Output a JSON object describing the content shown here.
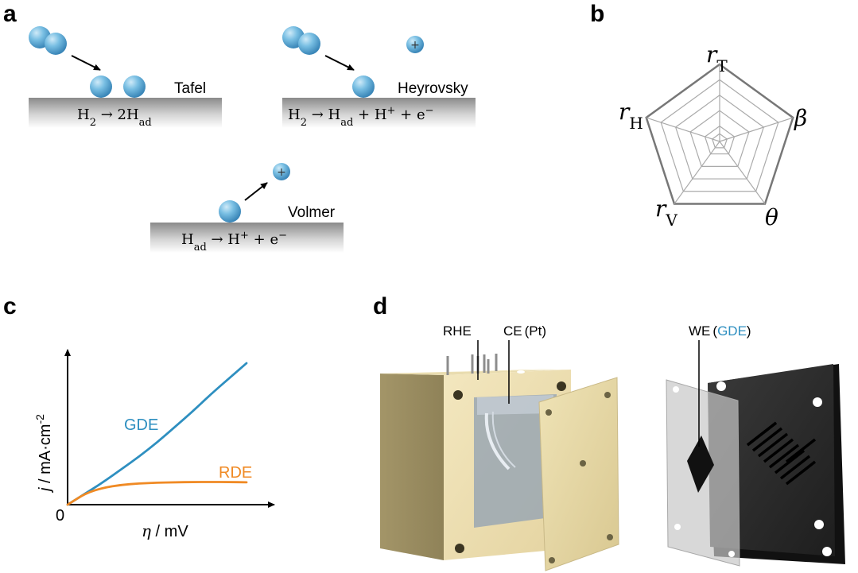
{
  "panels": {
    "a": {
      "letter": "a",
      "tafel": {
        "name": "Tafel",
        "color": "#3aa63a",
        "eq_main": "H",
        "eq_sub1": "2",
        "eq_mid": " → 2H",
        "eq_sub2": "ad"
      },
      "heyrovsky": {
        "name": "Heyrovsky",
        "color": "#9a6bc9",
        "eq_main": "H",
        "eq_sub1": "2",
        "eq_mid": " → H",
        "eq_sub2": "ad",
        "eq_rest": " + H",
        "eq_sup1": "+",
        "eq_rest2": " + e",
        "eq_sup2": "−"
      },
      "volmer": {
        "name": "Volmer",
        "color": "#9a5a40",
        "eq_main": "H",
        "eq_sub1": "ad",
        "eq_rest": " → H",
        "eq_sup1": "+",
        "eq_rest2": " + e",
        "eq_sup2": "−"
      },
      "ion_symbol": "+"
    },
    "b": {
      "letter": "b",
      "axes": [
        {
          "main": "r",
          "sub": "T"
        },
        {
          "main": "β",
          "sub": ""
        },
        {
          "main": "θ",
          "sub": ""
        },
        {
          "main": "r",
          "sub": "V"
        },
        {
          "main": "r",
          "sub": "H"
        }
      ]
    },
    "c": {
      "letter": "c",
      "origin_label": "0",
      "ylabel_j": "j",
      "ylabel_rest": " / mA·cm",
      "ylabel_exp": "-2",
      "xlabel_eta": "η",
      "xlabel_rest": " / mV"
    },
    "d": {
      "letter": "d",
      "rhe_label": "RHE",
      "ce_label": "CE",
      "ce_paren": "(Pt)",
      "we_label": "WE",
      "we_paren_open": "(",
      "we_gde": "GDE",
      "we_paren_close": ")",
      "gde_color": "#2e8fc0"
    }
  },
  "chart_data": {
    "type": "line",
    "title": "",
    "xlabel": "η / mV",
    "ylabel": "j / mA·cm-2",
    "series": [
      {
        "name": "GDE",
        "color": "#2e8fc0",
        "x": [
          0,
          0.1,
          0.2,
          0.3,
          0.4,
          0.5,
          0.6,
          0.7,
          0.8,
          0.9,
          1.0
        ],
        "y": [
          0,
          0.08,
          0.16,
          0.25,
          0.34,
          0.44,
          0.55,
          0.66,
          0.78,
          0.89,
          1.0
        ]
      },
      {
        "name": "RDE",
        "color": "#f08a24",
        "x": [
          0,
          0.1,
          0.2,
          0.3,
          0.4,
          0.5,
          0.6,
          0.7,
          0.8,
          0.9,
          1.0
        ],
        "y": [
          0,
          0.08,
          0.12,
          0.14,
          0.15,
          0.155,
          0.158,
          0.16,
          0.16,
          0.16,
          0.158
        ]
      }
    ]
  }
}
